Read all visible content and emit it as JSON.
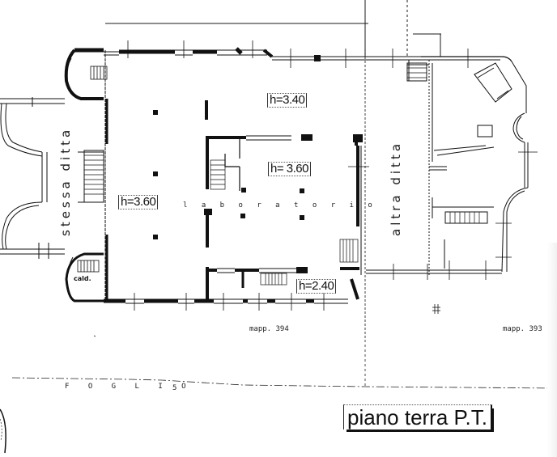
{
  "drawing": {
    "title": "piano terra P.T.",
    "sheet_label": "F O G L I O",
    "sheet_number": "5",
    "parcels": [
      {
        "label": "mapp. 394"
      },
      {
        "label": "mapp. 393"
      }
    ]
  },
  "rooms": {
    "lab": {
      "name": "l a b o r a t o r i o"
    },
    "left_unit": {
      "name": "stessa ditta"
    },
    "right_unit": {
      "name": "altra ditta"
    },
    "boiler": {
      "name": "cald."
    }
  },
  "heights": [
    {
      "id": "h1",
      "label": "h=3.40"
    },
    {
      "id": "h2",
      "label": "h= 3.60"
    },
    {
      "id": "h3",
      "label": "h=3.60"
    },
    {
      "id": "h4",
      "label": "h=2.40"
    }
  ],
  "colors": {
    "ink": "#111111",
    "paper": "#ffffff"
  }
}
